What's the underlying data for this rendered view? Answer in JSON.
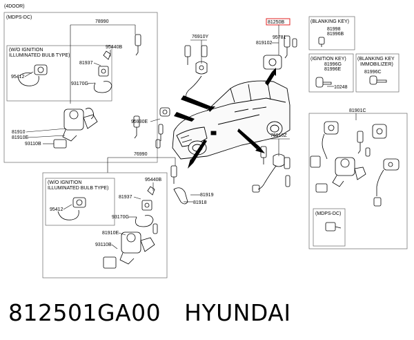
{
  "header": {
    "variant": "(4DOOR)"
  },
  "boxes": {
    "mdps_top": "(MDPS-DC)",
    "wo_ign_top_1": "(W/O IGNITION",
    "wo_ign_top_2": "ILLUMINATED BULB TYPE)",
    "wo_ign_bot_1": "(W/O IGNITION",
    "wo_ign_bot_2": "ILLUMINATED BULB TYPE)",
    "blanking_key": "(BLANKING KEY)",
    "ignition_key": "(IGNITION KEY)",
    "blanking_immob_1": "(BLANKING KEY",
    "blanking_immob_2": "IMMOBILIZER)",
    "mdps_right": "(MDPS-DC)"
  },
  "parts": {
    "p78990": "78990",
    "p95440b_top": "95440B",
    "p81937_top": "81937",
    "p95412_top": "95412",
    "p93170g_top": "93170G",
    "p81910_top": "81910",
    "p81910e_top": "81910E",
    "p93110b_top": "93110B",
    "p76910y": "76910Y",
    "p95930e": "95930E",
    "p81250b": "81250B",
    "p95781": "95781",
    "p819102": "819102",
    "p81998": "81998",
    "p81996b": "81996B",
    "p81996g": "81996G",
    "p81996e": "81996E",
    "p10248": "10248",
    "p81996c": "81996C",
    "p81901c": "81901C",
    "p76910z": "76910Z",
    "p76990": "76990",
    "p95440b_bot": "95440B",
    "p81919": "81919",
    "p81918": "81918",
    "p81937_bot": "81937",
    "p95412_bot": "95412",
    "p93170g_bot": "93170G",
    "p81910e_bot": "81910E",
    "p93110b_bot": "93110B"
  },
  "caption": {
    "part_number": "812501GA00",
    "brand": "HYUNDAI"
  },
  "colors": {
    "highlight": "#e02020",
    "line": "#000000",
    "box": "#666666"
  }
}
